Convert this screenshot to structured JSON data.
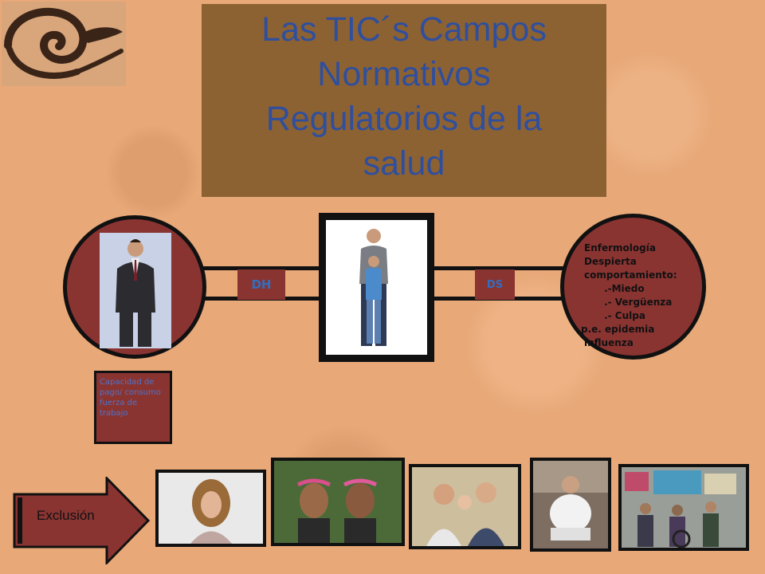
{
  "slide": {
    "title": "Las TIC´s Campos\nNormativos\nRegulatorios de la\nsalud",
    "labels": {
      "dh": "DH",
      "ds": "DS"
    },
    "info_lines": [
      "Enfermología",
      "Despierta",
      "comportamiento:",
      "      .-Miedo",
      "      .- Vergüenza",
      "      .- Culpa",
      "p.e. epidemia",
      "influenza"
    ],
    "caption": "Capacidad de pago/ consumo fuerza de trabajo",
    "exclusion_label": "Exclusión"
  },
  "colors": {
    "background": "#E8A878",
    "title_box": "#8D6232",
    "title_text": "#2F4F9E",
    "maroon": "#8A3432",
    "label_text": "#2F6FC0"
  }
}
